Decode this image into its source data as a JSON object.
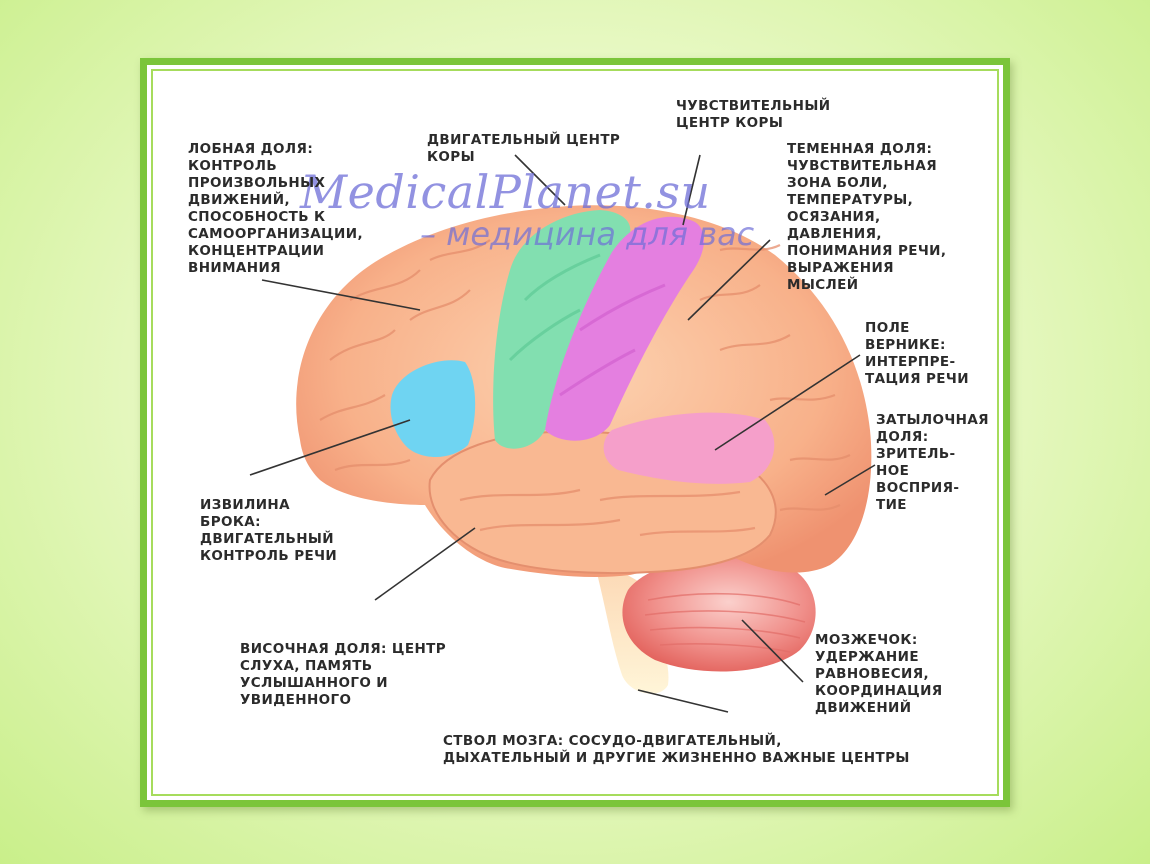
{
  "labels": {
    "frontal": [
      "ЛОБНАЯ ДОЛЯ:",
      "КОНТРОЛЬ",
      "ПРОИЗВОЛЬНЫХ",
      "ДВИЖЕНИЙ,",
      "СПОСОБНОСТЬ К",
      "САМООРГАНИЗАЦИИ,",
      "КОНЦЕНТРАЦИИ",
      "ВНИМАНИЯ"
    ],
    "motor": [
      "ДВИГАТЕЛЬНЫЙ ЦЕНТР",
      "КОРЫ"
    ],
    "sensory": [
      "ЧУВСТВИТЕЛЬНЫЙ",
      "ЦЕНТР КОРЫ"
    ],
    "parietal": [
      "ТЕМЕННАЯ ДОЛЯ:",
      "ЧУВСТВИТЕЛЬНАЯ",
      "ЗОНА БОЛИ,",
      "ТЕМПЕРАТУРЫ,",
      "ОСЯЗАНИЯ,",
      "ДАВЛЕНИЯ,",
      "ПОНИМАНИЯ РЕЧИ,",
      "ВЫРАЖЕНИЯ",
      "МЫСЛЕЙ"
    ],
    "wernicke": [
      "ПОЛЕ",
      "ВЕРНИКЕ:",
      "ИНТЕРПРЕ-",
      "ТАЦИЯ РЕЧИ"
    ],
    "occipital": [
      "ЗАТЫЛОЧНАЯ",
      "ДОЛЯ:",
      "ЗРИТЕЛЬ-",
      "НОЕ",
      "ВОСПРИЯ-",
      "ТИЕ"
    ],
    "broca": [
      "ИЗВИЛИНА",
      "БРОКА:",
      "ДВИГАТЕЛЬНЫЙ",
      "КОНТРОЛЬ РЕЧИ"
    ],
    "temporal": [
      "ВИСОЧНАЯ ДОЛЯ: ЦЕНТР",
      "СЛУХА, ПАМЯТЬ",
      "УСЛЫШАННОГО И",
      "УВИДЕННОГО"
    ],
    "cerebellum": [
      "МОЗЖЕЧОК:",
      "УДЕРЖАНИЕ",
      "РАВНОВЕСИЯ,",
      "КООРДИНАЦИЯ",
      "ДВИЖЕНИЙ"
    ],
    "brainstem": [
      "СТВОЛ МОЗГА: СОСУДО-ДВИГАТЕЛЬНЫЙ,",
      "ДЫХАТЕЛЬНЫЙ И ДРУГИЕ ЖИЗНЕННО ВАЖНЫЕ ЦЕНТРЫ"
    ]
  },
  "watermark": {
    "site": "MedicalPlanet.su",
    "tagline": "– медицина для вас"
  },
  "colors": {
    "frame": "#7bc53a",
    "cortex": "#f8b48e",
    "motor_area": "#7fe0b0",
    "sensory_area": "#e77de0",
    "broca_area": "#6ed6f2",
    "wernicke_area": "#f79ec8",
    "cerebellum": "#f07878"
  }
}
